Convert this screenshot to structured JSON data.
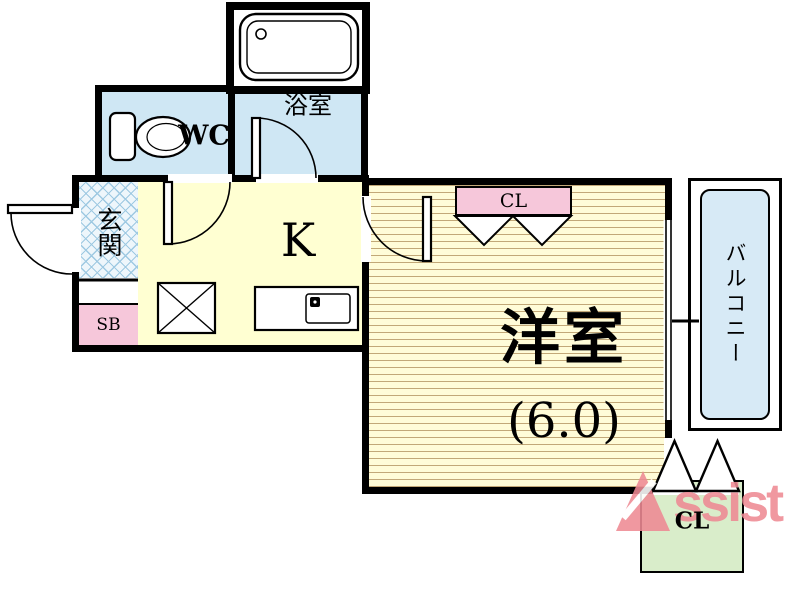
{
  "rooms": {
    "bathroom": {
      "label": "浴室"
    },
    "toilet": {
      "label": "WC"
    },
    "entrance": {
      "label": "玄関"
    },
    "shoe_box": {
      "label": "SB"
    },
    "kitchen": {
      "label": "K"
    },
    "main_room": {
      "label": "洋室",
      "size_label": "(6.0)"
    },
    "closet_top": {
      "label": "CL"
    },
    "closet_bottom": {
      "label": "CL"
    },
    "balcony": {
      "label": "バルコニー"
    }
  },
  "watermark": {
    "text": "Assist",
    "rest": "ssist"
  },
  "colors": {
    "wall": "#000000",
    "water_room": "#cfe7f4",
    "entrance_tile": "#eef6fb",
    "entrance_line": "#9ec9e2",
    "kitchen_floor": "#ffffd2",
    "room_floor": "#fffcd8",
    "tatami_line": "#c2a878",
    "closet_pink": "#f6c7da",
    "closet_green": "#d9edca",
    "balcony_blue": "#d7eaf6",
    "logo": "#ee8a94"
  }
}
